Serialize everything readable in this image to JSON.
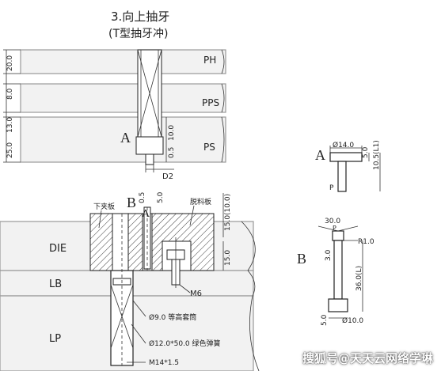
{
  "title": {
    "main": "3.向上抽牙",
    "sub": "(T型抽牙冲)"
  },
  "top_view": {
    "plates": [
      "PH",
      "PPS",
      "PS"
    ],
    "dims_left": [
      "20.0",
      "8.0",
      "13.0",
      "25.0"
    ],
    "dims_right": [
      "10.0",
      "0.5"
    ],
    "dim_bottom": "D2",
    "marker": "A"
  },
  "detail_a": {
    "marker": "A",
    "dims": [
      "Ø14.0",
      "5.0",
      "10.5(L1)"
    ],
    "p_label": "P"
  },
  "section_view": {
    "marker_b": "B",
    "marker_a": "A",
    "plates": [
      "DIE",
      "LB",
      "LP"
    ],
    "label_lower_splint": "下夹板",
    "label_stripper": "脱料板",
    "dims_top": [
      "0.5",
      "5.0"
    ],
    "dim_right_top": "15.0(10.0)",
    "dim_right_mid": "15.0",
    "callouts": [
      "M6",
      "Ø9.0 等高套筒",
      "Ø12.0*50.0 绿色弹簧",
      "M14*1.5"
    ]
  },
  "detail_b": {
    "marker": "B",
    "dims": [
      "30.0",
      "R1.0",
      "3.0",
      "36.0(L)",
      "5.0",
      "Ø10.0"
    ],
    "p_label": "P"
  },
  "watermark": "搜狐号@天天云网络学琳"
}
